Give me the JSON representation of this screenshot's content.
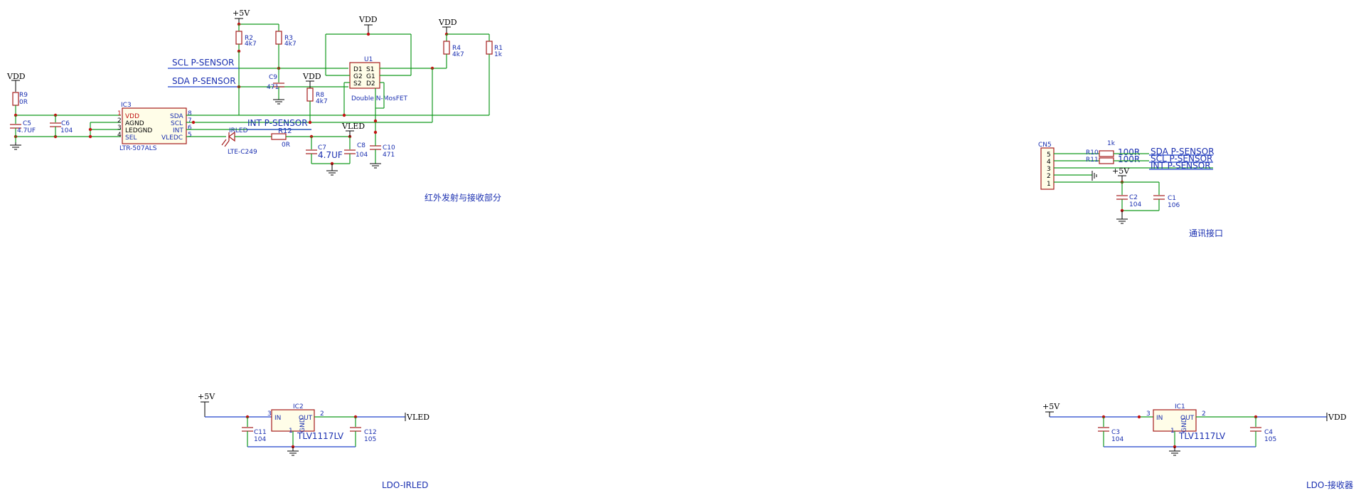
{
  "power": {
    "vdd": "VDD",
    "p5v": "+5V",
    "vled": "VLED"
  },
  "ic3": {
    "ref": "IC3",
    "name": "LTR-507ALS",
    "left_pins": [
      "VDD",
      "AGND",
      "LEDGND",
      "SEL"
    ],
    "left_nums": [
      "1",
      "2",
      "3",
      "4"
    ],
    "right_pins": [
      "SDA",
      "SCL",
      "INT",
      "VLEDC"
    ],
    "right_nums": [
      "8",
      "7",
      "6",
      "5"
    ]
  },
  "u1": {
    "ref": "U1",
    "name": "Double N-MosFET",
    "pins_left": [
      "D1",
      "G2",
      "S2"
    ],
    "pins_right": [
      "S1",
      "G1",
      "D2"
    ]
  },
  "resistors": {
    "r1": {
      "ref": "R1",
      "val": "1k"
    },
    "r2": {
      "ref": "R2",
      "val": "4k7"
    },
    "r3": {
      "ref": "R3",
      "val": "4k7"
    },
    "r4": {
      "ref": "R4",
      "val": "4k7"
    },
    "r8": {
      "ref": "R8",
      "val": "4k7"
    },
    "r9": {
      "ref": "R9",
      "val": "0R"
    },
    "r10": {
      "ref": "R10",
      "val": "100R"
    },
    "r11": {
      "ref": "R11",
      "val": "100R"
    },
    "r12": {
      "ref": "R12",
      "val": "0R"
    }
  },
  "r10_11_note": "1k",
  "caps": {
    "c1": {
      "ref": "C1",
      "val": "106"
    },
    "c2": {
      "ref": "C2",
      "val": "104"
    },
    "c3": {
      "ref": "C3",
      "val": "104"
    },
    "c4": {
      "ref": "C4",
      "val": "105"
    },
    "c5": {
      "ref": "C5",
      "val": "4.7UF"
    },
    "c6": {
      "ref": "C6",
      "val": "104"
    },
    "c7": {
      "ref": "C7",
      "val": "4.7UF"
    },
    "c8": {
      "ref": "C8",
      "val": "104"
    },
    "c9": {
      "ref": "C9",
      "val": "471"
    },
    "c10": {
      "ref": "C10",
      "val": "471"
    },
    "c11": {
      "ref": "C11",
      "val": "104"
    },
    "c12": {
      "ref": "C12",
      "val": "105"
    }
  },
  "led": {
    "ref": "IRLED",
    "name": "LTE-C249"
  },
  "nets": {
    "scl": "SCL P-SENSOR",
    "sda": "SDA P-SENSOR",
    "int": "INT P-SENSOR"
  },
  "cn5": {
    "ref": "CN5",
    "pins": [
      "5",
      "4",
      "3",
      "2",
      "1"
    ]
  },
  "ldo_irled": {
    "ref": "IC2",
    "name": "TLV1117LV",
    "in": "IN",
    "out": "OUT",
    "gnd": "GND",
    "pin_in": "3",
    "pin_out": "2",
    "pin_gnd": "1"
  },
  "ldo_rx": {
    "ref": "IC1",
    "name": "TLV1117LV",
    "in": "IN",
    "out": "OUT",
    "gnd": "GND",
    "pin_in": "3",
    "pin_out": "2",
    "pin_gnd": "1"
  },
  "sections": {
    "ir": "红外发射与接收部分",
    "comm": "通讯接口",
    "ldo_irled": "LDO-IRLED",
    "ldo_rx": "LDO-接收器"
  }
}
